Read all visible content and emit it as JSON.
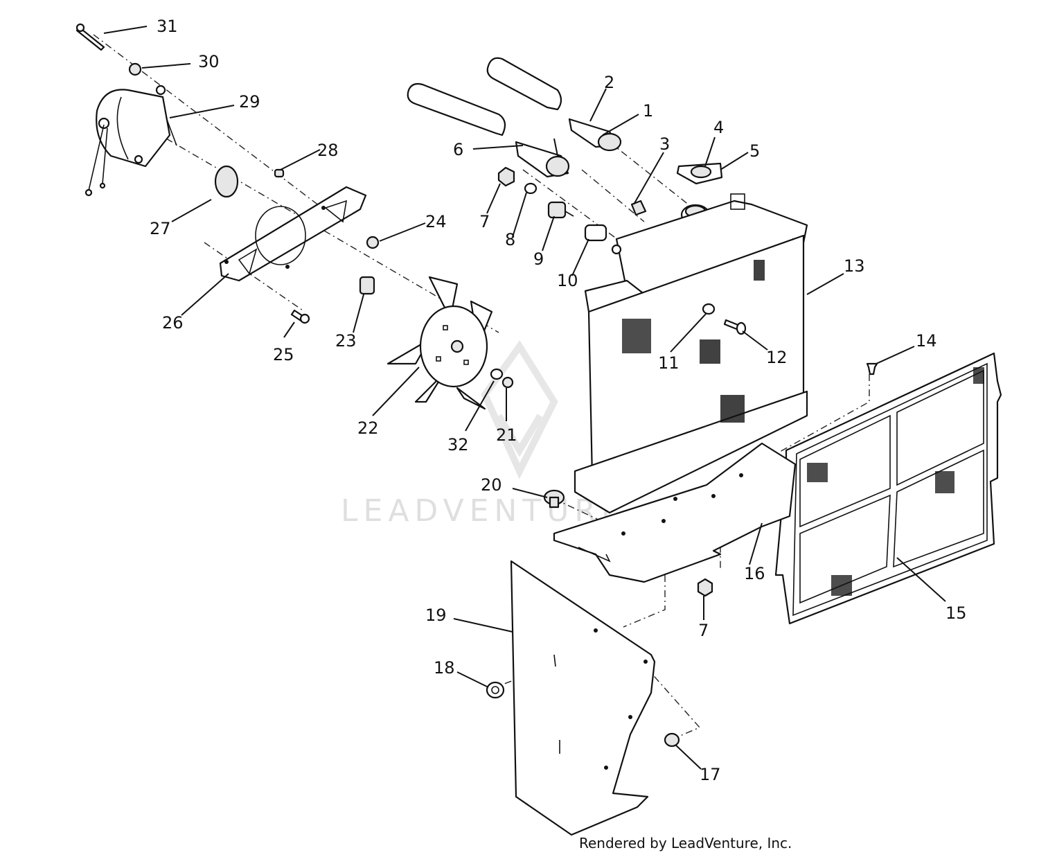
{
  "watermark": "LEADVENTURE",
  "footer": "Rendered by LeadVenture, Inc.",
  "callouts": [
    "1",
    "2",
    "3",
    "4",
    "5",
    "6",
    "7",
    "8",
    "9",
    "10",
    "11",
    "12",
    "13",
    "14",
    "15",
    "16",
    "17",
    "18",
    "19",
    "20",
    "21",
    "22",
    "23",
    "24",
    "25",
    "26",
    "27",
    "28",
    "29",
    "30",
    "31",
    "32",
    "7"
  ]
}
